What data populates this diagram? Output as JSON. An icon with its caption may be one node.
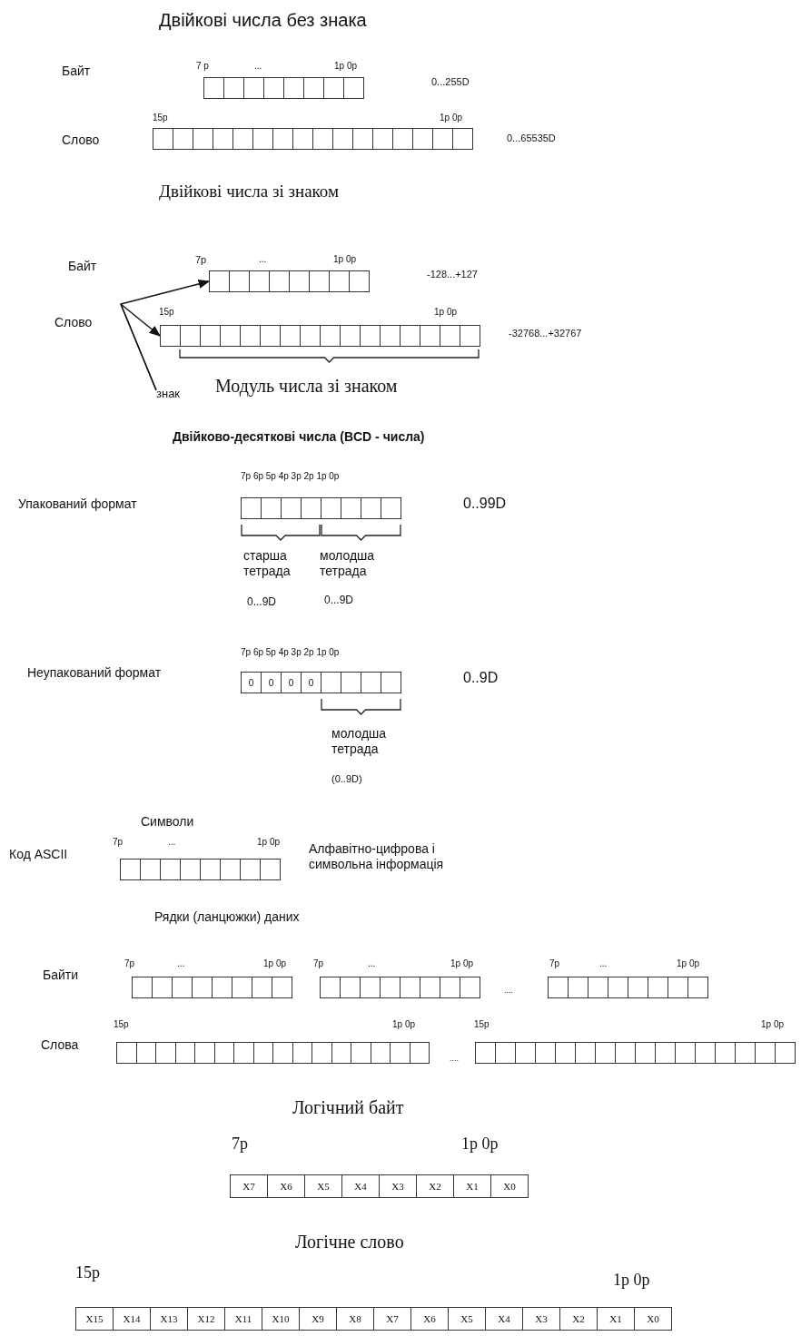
{
  "diagram": {
    "nodes": [
      {
        "text": [],
        "shape": "box"
      },
      {
        "text": [],
        "shape": "box"
      },
      {
        "text": [
          "знак"
        ]
      }
    ],
    "edges": [
      {
        "from": 2,
        "to": 0,
        "arrow": "to"
      },
      {
        "from": 2,
        "to": 1,
        "arrow": "to"
      }
    ],
    "labels": [
      "Двійкові числа без знака",
      "Байт",
      "7 р",
      "...",
      "1р 0р",
      "0...255D",
      "Слово",
      "15р",
      "1р 0р",
      "0...65535D",
      "Двійкові числа зі знаком",
      "Байт",
      "7р",
      "...",
      "1р 0р",
      "-128...+127",
      "Слово",
      "15р",
      "1р 0р",
      "-32768...+32767",
      "Модуль числа зі знаком",
      "Двійково-десяткові числа (BCD - числа)",
      "7р 6р 5р 4р 3р 2р 1р 0р",
      "Упакований формат",
      "0..99D",
      "старша тетрада",
      "молодша тетрада",
      "0...9D",
      "0...9D",
      "7р 6р 5р 4р 3р 2р 1р 0р",
      "Неупакований формат",
      "0",
      "0",
      "0",
      "0",
      "0..9D",
      "молодша тетрада",
      "(0..9D)",
      "Символи",
      "Код ASCII",
      "7р",
      "...",
      "1р 0р",
      "Алфавітно-цифрова і символьна інформація",
      "Рядки (ланцюжки) даних",
      "Байти",
      "7р",
      "...",
      "1р 0р",
      "7р",
      "...",
      "1р 0р",
      "7р",
      "...",
      "1р 0р",
      "....",
      "Слова",
      "15р",
      "1р 0р",
      "....",
      "15р",
      "1р 0р",
      "Логічний байт",
      "7р",
      "1р 0р",
      "X7",
      "X6",
      "X5",
      "X4",
      "X3",
      "X2",
      "X1",
      "X0",
      "Логічне слово",
      "15р",
      "1р 0р",
      "X15",
      "X14",
      "X13",
      "X12",
      "X11",
      "X10",
      "X9",
      "X8",
      "X7",
      "X6",
      "X5",
      "X4",
      "X3",
      "X2",
      "X1",
      "X0"
    ]
  }
}
